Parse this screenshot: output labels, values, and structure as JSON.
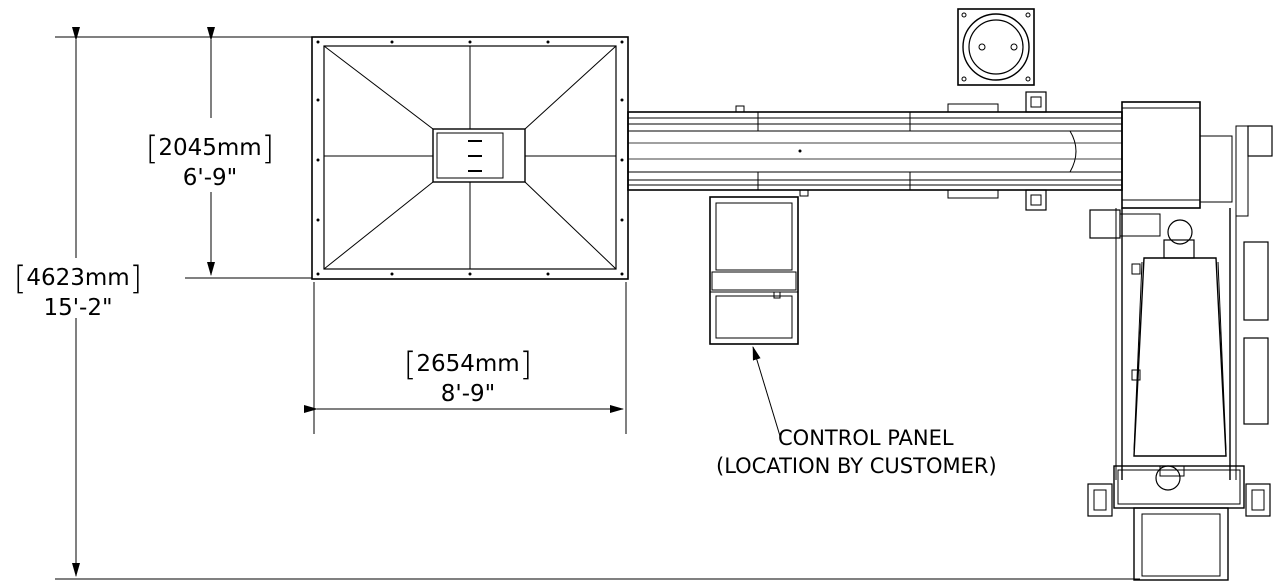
{
  "dimensions": {
    "overall_height": {
      "metric": "4623mm",
      "imperial": "15'-2\""
    },
    "hopper_depth": {
      "metric": "2045mm",
      "imperial": "6'-9\""
    },
    "hopper_width": {
      "metric": "2654mm",
      "imperial": "8'-9\""
    }
  },
  "callout": {
    "line1": "CONTROL PANEL",
    "line2": "(LOCATION BY CUSTOMER)"
  },
  "bracket_open": "[",
  "bracket_close": "]"
}
